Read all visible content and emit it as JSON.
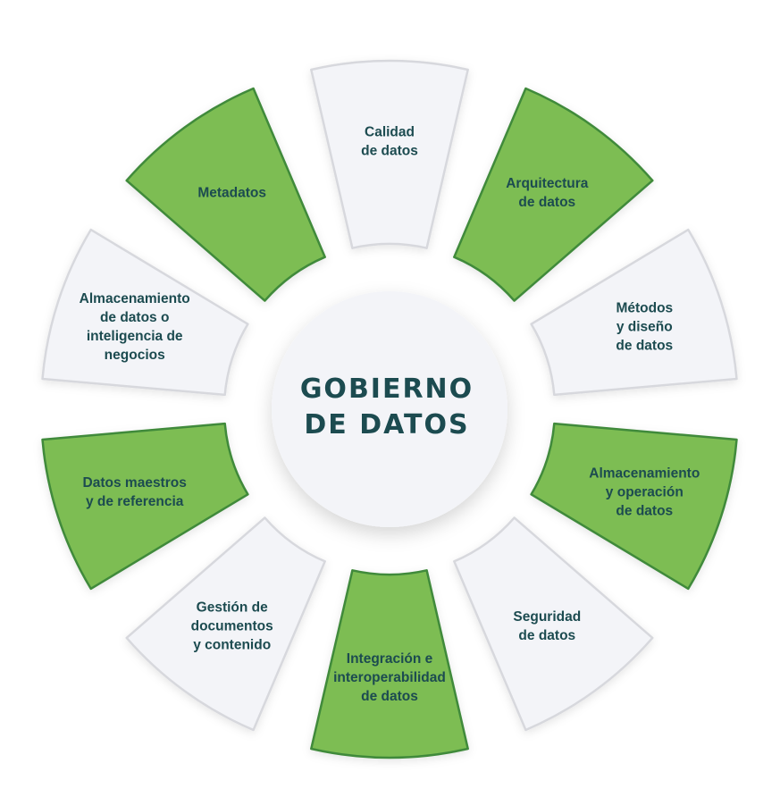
{
  "center": {
    "title_lines": [
      "GOBIERNO",
      "DE DATOS"
    ]
  },
  "colors": {
    "green": "#7dbd53",
    "green_edge": "#3f8a3a",
    "light": "#f3f4f8",
    "light_edge": "#d7d8dd",
    "text": "#1c4b50"
  },
  "segments": [
    {
      "id": "calidad",
      "lines": [
        "Calidad",
        "de datos"
      ],
      "tone": "light"
    },
    {
      "id": "arquitectura",
      "lines": [
        "Arquitectura",
        "de datos"
      ],
      "tone": "green"
    },
    {
      "id": "metodos",
      "lines": [
        "Métodos",
        "y diseño",
        "de datos"
      ],
      "tone": "light"
    },
    {
      "id": "almacenamiento-operacion",
      "lines": [
        "Almacenamiento",
        "y operación",
        "de datos"
      ],
      "tone": "green"
    },
    {
      "id": "seguridad",
      "lines": [
        "Seguridad",
        "de datos"
      ],
      "tone": "light"
    },
    {
      "id": "integracion",
      "lines": [
        "Integración e",
        "interoperabilidad",
        "de datos"
      ],
      "tone": "green"
    },
    {
      "id": "gestion-documentos",
      "lines": [
        "Gestión de",
        "documentos",
        "y contenido"
      ],
      "tone": "light"
    },
    {
      "id": "datos-maestros",
      "lines": [
        "Datos maestros",
        "y de referencia"
      ],
      "tone": "green"
    },
    {
      "id": "almacenamiento-bi",
      "lines": [
        "Almacenamiento",
        "de datos o",
        "inteligencia de",
        "negocios"
      ],
      "tone": "light"
    },
    {
      "id": "metadatos",
      "lines": [
        "Metadatos"
      ],
      "tone": "green"
    }
  ]
}
